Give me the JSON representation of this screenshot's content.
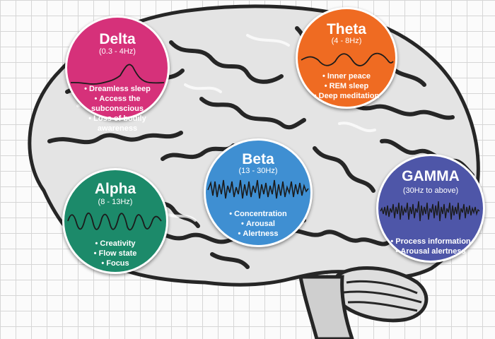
{
  "colors": {
    "delta": "#d6317a",
    "theta": "#ef6b22",
    "alpha": "#1c8a6a",
    "beta": "#3f8fd2",
    "gamma": "#4e56a8",
    "brain_fill": "#e4e4e4",
    "brain_outline": "#262626",
    "grid": "#d6d6d6"
  },
  "waves": {
    "delta": {
      "name": "Delta",
      "frequency": "(0.3 - 4Hz)",
      "effects": [
        "Dreamless sleep",
        "Access the subconscious",
        "Loss of bodily",
        "awareness"
      ]
    },
    "theta": {
      "name": "Theta",
      "frequency": "(4 - 8Hz)",
      "effects": [
        "Inner peace",
        "REM sleep",
        "Deep meditation"
      ]
    },
    "alpha": {
      "name": "Alpha",
      "frequency": "(8 - 13Hz)",
      "effects": [
        "Creativity",
        "Flow state",
        "Focus"
      ]
    },
    "beta": {
      "name": "Beta",
      "frequency": "(13 - 30Hz)",
      "effects": [
        "Concentration",
        "Arousal",
        "Alertness"
      ]
    },
    "gamma": {
      "name": "GAMMA",
      "frequency": "(30Hz to above)",
      "effects": [
        "Process information",
        "Arousal alertness"
      ]
    }
  }
}
